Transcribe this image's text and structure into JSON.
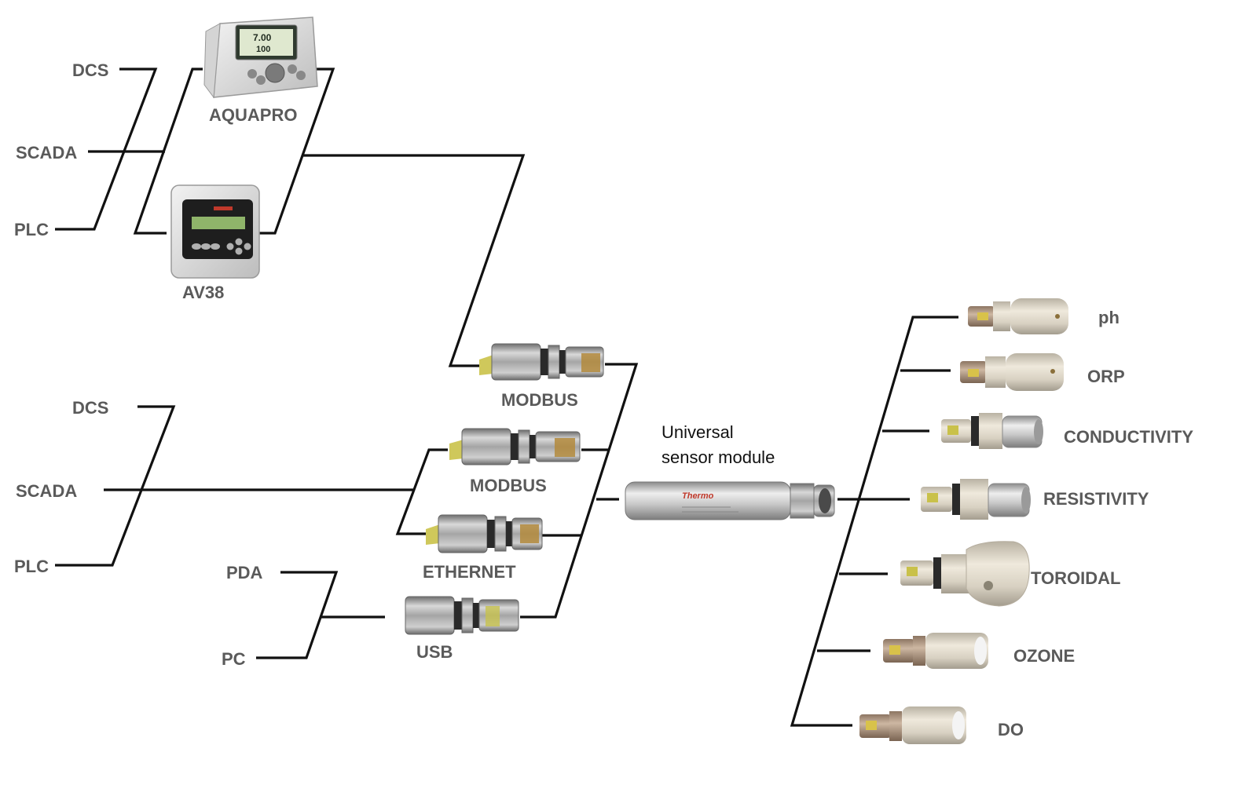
{
  "systems_top": {
    "dcs": "DCS",
    "scada": "SCADA",
    "plc": "PLC"
  },
  "systems_bottom": {
    "dcs": "DCS",
    "scada": "SCADA",
    "plc": "PLC",
    "pda": "PDA",
    "pc": "PC"
  },
  "controllers": {
    "aquapro": {
      "label": "AQUAPRO",
      "screen_line1": "7.00",
      "screen_line2": "100"
    },
    "av38": {
      "label": "AV38"
    }
  },
  "adapters": [
    "MODBUS",
    "MODBUS",
    "ETHERNET",
    "USB"
  ],
  "module": {
    "label_line1": "Universal",
    "label_line2": "sensor module",
    "brand": "Thermo"
  },
  "sensors": [
    "ph",
    "ORP",
    "CONDUCTIVITY",
    "RESISTIVITY",
    "TOROIDAL",
    "OZONE",
    "DO"
  ],
  "colors": {
    "wire": "#111111",
    "label": "#5a5a5a",
    "metal": "#a7a7a7",
    "sensor_body": "#e3ddd0",
    "brand_red": "#c0392b"
  }
}
